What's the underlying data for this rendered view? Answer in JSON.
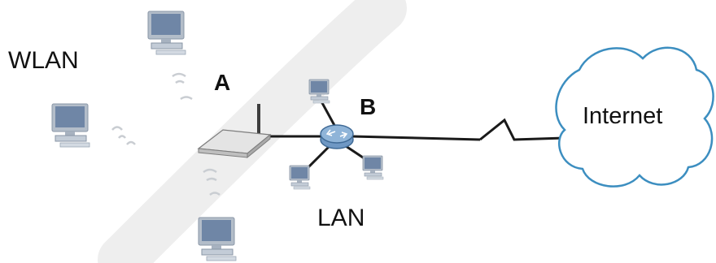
{
  "labels": {
    "wlan": "WLAN",
    "lan": "LAN",
    "point_a": "A",
    "point_b": "B",
    "internet": "Internet"
  },
  "colors": {
    "monitor_fill": "#6f86a6",
    "monitor_frame": "#b3bdc9",
    "cloud_outline": "#3c8ec0",
    "link_line": "#1a1a1a",
    "router_body": "#e4e4e4",
    "hub_fill": "#8fb4d8",
    "wave": "#c9cdd2",
    "watermark": "#eeeeee"
  },
  "icons": {
    "wireless_client": "desktop-computer-icon",
    "wired_client": "desktop-computer-icon",
    "access_point": "wireless-router-icon",
    "switch": "network-hub-icon",
    "internet": "cloud-icon",
    "wan_link": "lightning-link-icon",
    "signal": "wifi-wave-icon"
  }
}
